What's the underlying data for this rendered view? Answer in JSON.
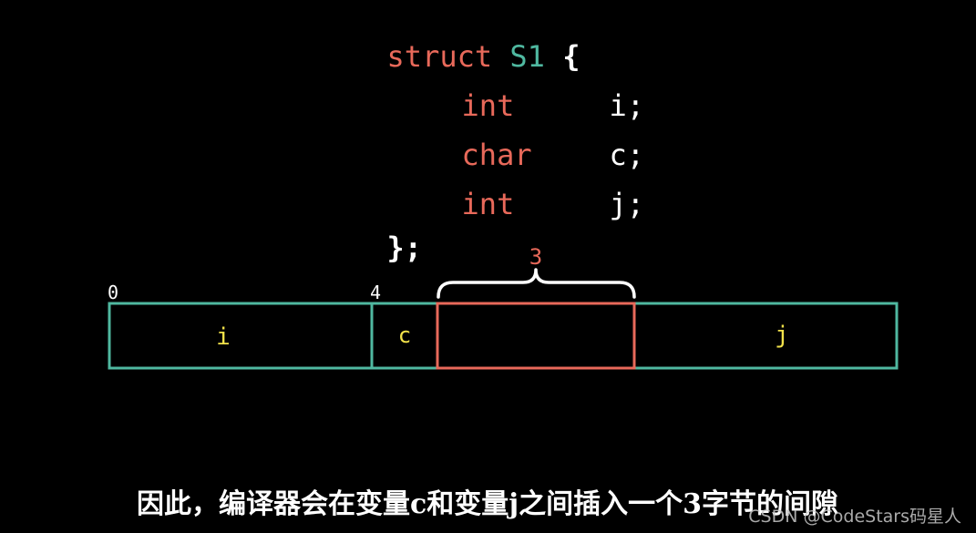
{
  "code": {
    "struct_kw": "struct",
    "struct_name": "S1",
    "open_brace": "{",
    "close": "};",
    "fields": [
      {
        "type": "int",
        "name": "i;"
      },
      {
        "type": "char",
        "name": "c;"
      },
      {
        "type": "int",
        "name": "j;"
      }
    ]
  },
  "diagram": {
    "offset_labels": [
      "0",
      "4"
    ],
    "padding_size_label": "3",
    "cells": [
      {
        "label": "i",
        "bytes": 4
      },
      {
        "label": "c",
        "bytes": 1
      },
      {
        "label": "",
        "bytes": 3,
        "padding": true
      },
      {
        "label": "j",
        "bytes": 4
      }
    ],
    "colors": {
      "cell_border": "#4fb8a0",
      "padding_border": "#e8695a",
      "cell_label": "#f2e24a",
      "offset_label": "#ffffff",
      "brace": "#ffffff",
      "padding_size_label": "#e8695a"
    }
  },
  "caption": "因此，编译器会在变量c和变量j之间插入一个3字节的间隙",
  "watermark": "CSDN @CodeStars码星人"
}
